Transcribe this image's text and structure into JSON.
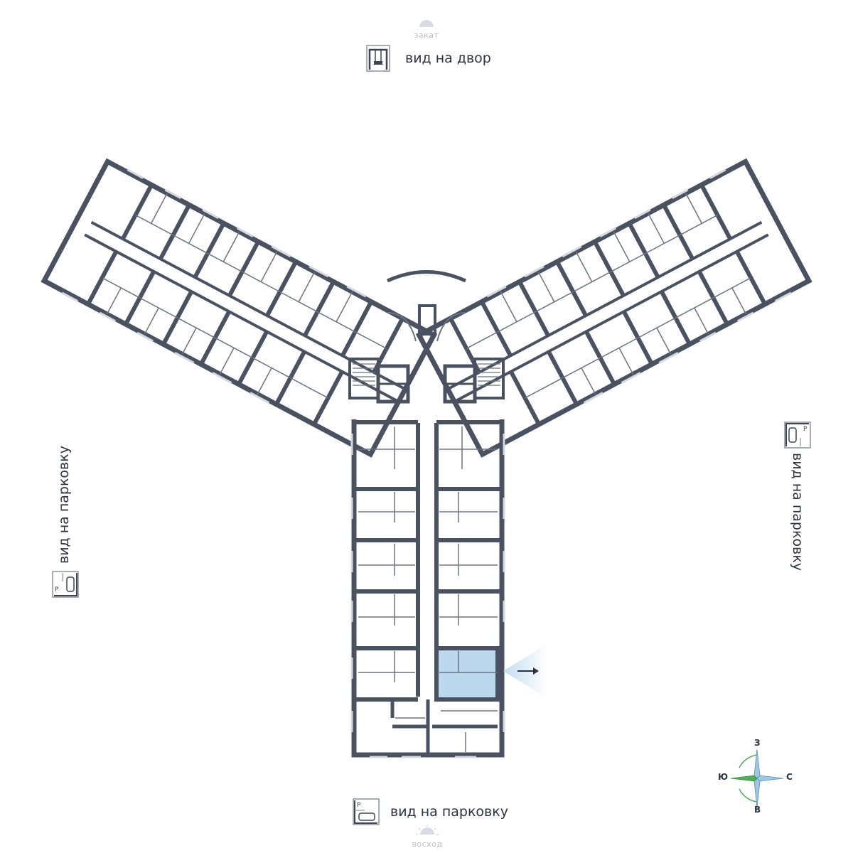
{
  "views": {
    "top": "вид на двор",
    "bottom": "вид на парковку",
    "left": "вид на парковку",
    "right": "вид на парковку"
  },
  "sun": {
    "sunset": "закат",
    "sunrise": "восход"
  },
  "compass": {
    "north": "З",
    "south": "В",
    "west": "Ю",
    "east": "С"
  },
  "icons": {
    "top_view": "playground-swing-icon",
    "parking_view": "parking-car-icon",
    "sun": "half-sun-icon",
    "window_direction": "view-arrow-icon"
  },
  "colors": {
    "wall": "#4a5262",
    "thin_line": "#6b7282",
    "highlight": "#bcd8ee",
    "compass_green": "#4fae5a",
    "compass_blue": "#9fc6e3"
  }
}
